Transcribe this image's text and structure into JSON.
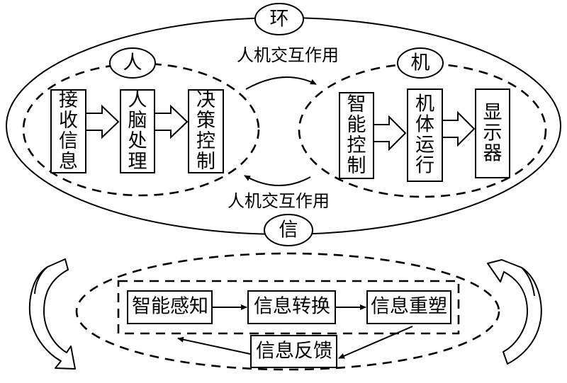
{
  "environment": {
    "top_label": "环",
    "bottom_label": "信"
  },
  "human": {
    "label": "人",
    "boxes": [
      "接收信息",
      "人脑处理",
      "决策控制"
    ]
  },
  "machine": {
    "label": "机",
    "boxes": [
      "智能控制",
      "机体运行",
      "显示器"
    ]
  },
  "interaction": {
    "top_label": "人机交互作用",
    "bottom_label": "人机交互作用"
  },
  "info": {
    "steps": [
      "智能感知",
      "信息转换",
      "信息重塑"
    ],
    "feedback": "信息反馈"
  }
}
